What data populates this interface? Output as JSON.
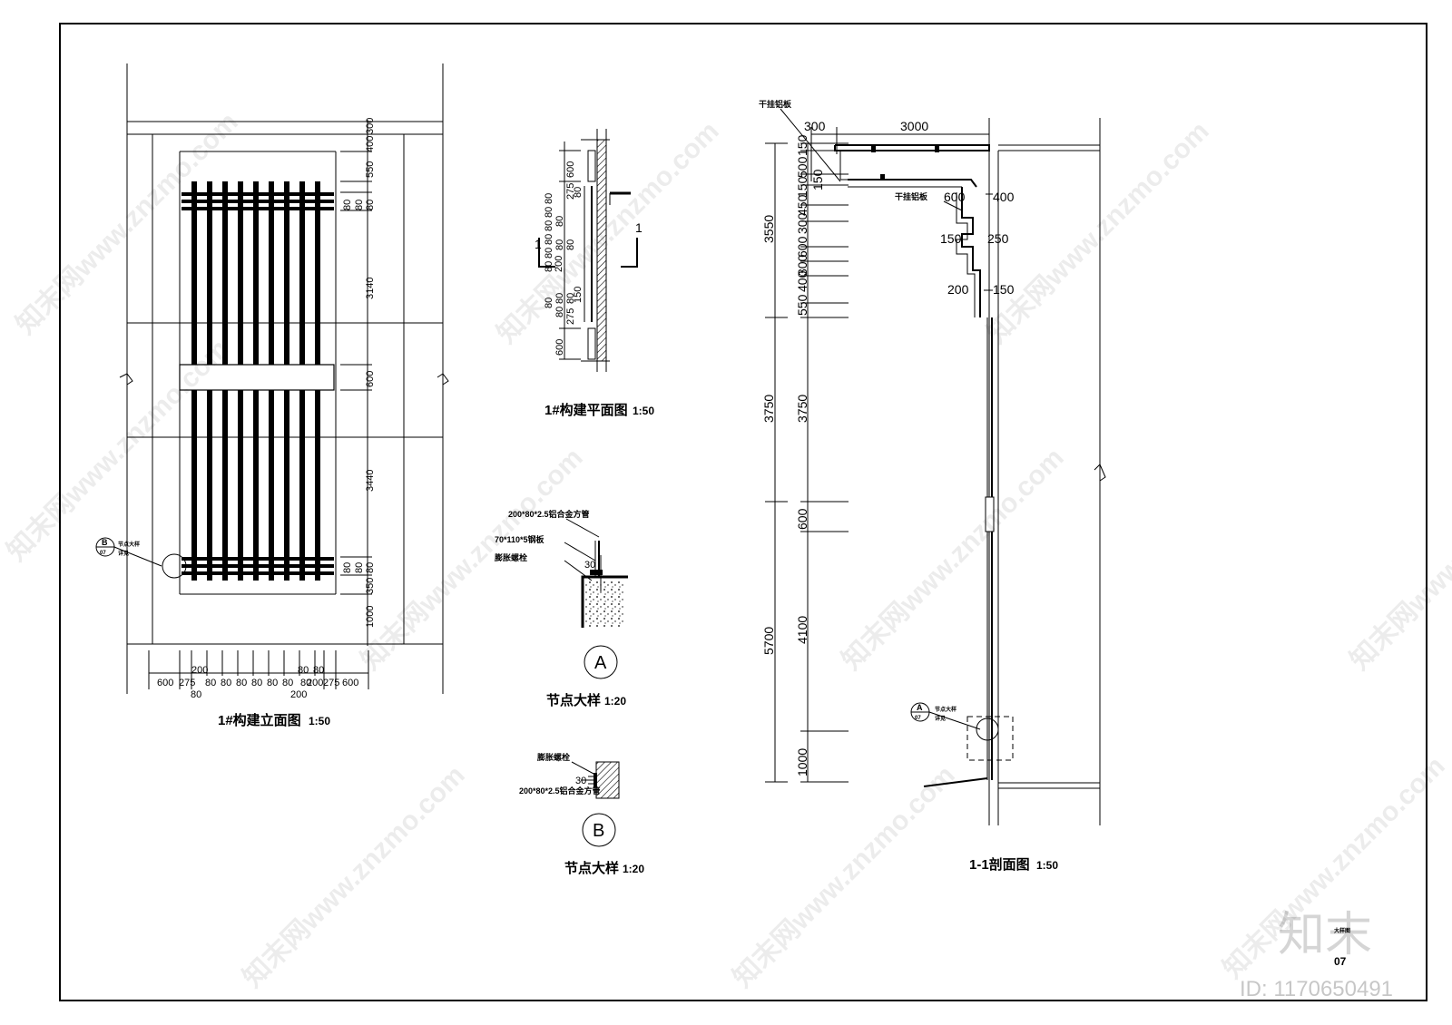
{
  "elevation": {
    "title": "1#构建立面图",
    "scale": "1:50",
    "right_dims": [
      "300",
      "400",
      "550",
      "3140",
      "600",
      "3440",
      "350",
      "1000"
    ],
    "right_dims_small": [
      "80",
      "80",
      "80",
      "80",
      "80",
      "80"
    ],
    "bottom_dims": [
      "600",
      "275",
      "200",
      "80",
      "80",
      "80",
      "80",
      "80",
      "80",
      "80",
      "80",
      "80",
      "200",
      "275",
      "600"
    ],
    "bottom_dims_second": [
      "80",
      "200"
    ],
    "callout_id": "B",
    "callout_sheet": "07",
    "callout_label_1": "节点大样",
    "callout_label_2": "详见"
  },
  "plan": {
    "title": "1#构建平面图",
    "scale": "1:50",
    "section_mark": "1",
    "left_dims": [
      "600",
      "275",
      "200",
      "80",
      "80",
      "80",
      "80",
      "80",
      "80",
      "80",
      "80",
      "275",
      "600"
    ],
    "inner_dims": [
      "80",
      "80",
      "80",
      "80",
      "80",
      "80",
      "150"
    ]
  },
  "detail_a": {
    "id": "A",
    "title": "节点大样",
    "scale": "1:20",
    "note_1": "200*80*2.5铝合金方管",
    "note_2": "70*110*5钢板",
    "note_3": "膨胀螺栓",
    "dim": "30"
  },
  "detail_b": {
    "id": "B",
    "title": "节点大样",
    "scale": "1:20",
    "note_1": "膨胀螺栓",
    "note_2": "200*80*2.5铝合金方管",
    "dim": "30"
  },
  "section": {
    "title": "1-1剖面图",
    "scale": "1:50",
    "label_top": "干挂铝板",
    "label_mid": "干挂铝板",
    "dims_top": [
      "300",
      "3000"
    ],
    "dims_left_outer": [
      "3550",
      "3750",
      "5700"
    ],
    "dims_left_inner": [
      "150",
      "500",
      "150",
      "150",
      "450",
      "300",
      "600",
      "300",
      "400",
      "550",
      "3750",
      "600",
      "4100",
      "1000"
    ],
    "dims_right": [
      "600",
      "400",
      "150",
      "250",
      "200",
      "150"
    ],
    "callout_id": "A",
    "callout_sheet": "07",
    "callout_label_1": "节点大样",
    "callout_label_2": "详见"
  },
  "title_block": {
    "sheet_name": "大样图",
    "sheet_number": "07"
  },
  "watermark": {
    "site_text": "知末网www.znzmo.com",
    "logo": "知末",
    "id_text": "ID: 1170650491"
  }
}
